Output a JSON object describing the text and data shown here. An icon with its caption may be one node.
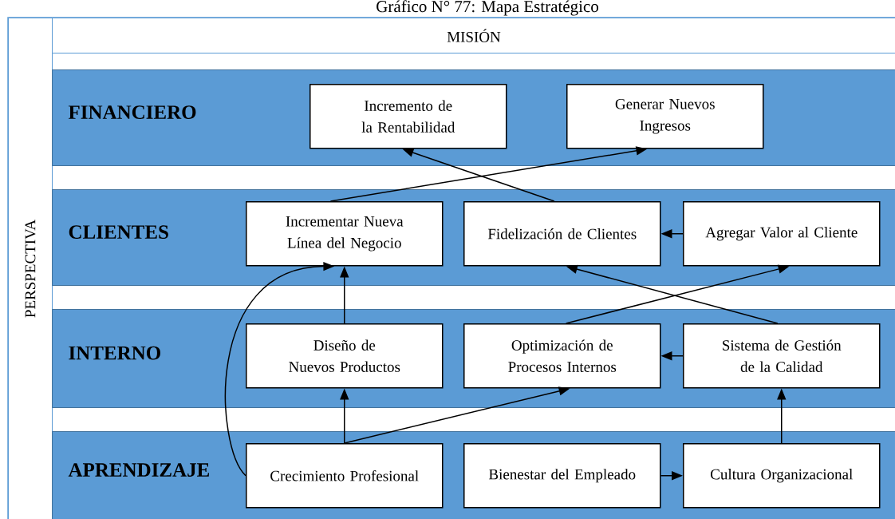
{
  "diagram": {
    "title": "Gráfico N° 77: Mapa Estratégico",
    "nodes": [
      {
        "text": [
          "PERSPECTIVA"
        ]
      },
      {
        "text": [
          "MISIÓN"
        ]
      },
      {
        "text": [
          "FINANCIERO"
        ]
      },
      {
        "text": [
          "Incremento de la Rentabilidad"
        ],
        "in": 2
      },
      {
        "text": [
          "Generar Nuevos Ingresos"
        ],
        "in": 2
      },
      {
        "text": [
          "CLIENTES"
        ]
      },
      {
        "text": [
          "Incrementar Nueva Línea del Negocio"
        ],
        "in": 5
      },
      {
        "text": [
          "Fidelización de Clientes"
        ],
        "in": 5
      },
      {
        "text": [
          "Agregar Valor al Cliente"
        ],
        "in": 5
      },
      {
        "text": [
          "INTERNO"
        ]
      },
      {
        "text": [
          "Diseño de Nuevos Productos"
        ],
        "in": 9
      },
      {
        "text": [
          "Optimización de Procesos Internos"
        ],
        "in": 9
      },
      {
        "text": [
          "Sistema de Gestión de la Calidad"
        ],
        "in": 9
      },
      {
        "text": [
          "APRENDIZAJE"
        ]
      },
      {
        "text": [
          "Crecimiento Profesional"
        ],
        "in": 13
      },
      {
        "text": [
          "Bienestar del Empleado"
        ],
        "in": 13
      },
      {
        "text": [
          "Cultura Organizacional"
        ],
        "in": 13
      }
    ],
    "edges": [
      {
        "from": 6,
        "to": 4,
        "arrow": "to"
      },
      {
        "from": 7,
        "to": 3,
        "arrow": "to"
      },
      {
        "from": 8,
        "to": 7,
        "arrow": "to"
      },
      {
        "from": 10,
        "to": 6,
        "arrow": "to"
      },
      {
        "from": 11,
        "to": 8,
        "arrow": "to"
      },
      {
        "from": 12,
        "to": 7,
        "arrow": "to"
      },
      {
        "from": 12,
        "to": 11,
        "arrow": "to"
      },
      {
        "from": 14,
        "to": 10,
        "arrow": "to"
      },
      {
        "from": 14,
        "to": 11,
        "arrow": "to"
      },
      {
        "from": 14,
        "to": 6,
        "arrow": "to"
      },
      {
        "from": 15,
        "to": 16,
        "arrow": "to"
      },
      {
        "from": 16,
        "to": 12,
        "arrow": "to"
      }
    ]
  }
}
